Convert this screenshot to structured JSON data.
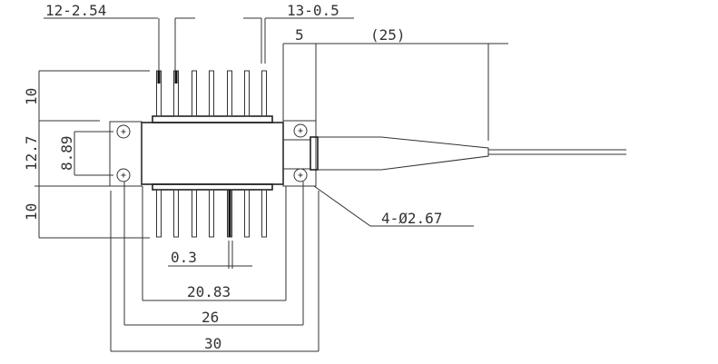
{
  "drawing": {
    "dimensions": {
      "pin_count_pitch": "12-2.54",
      "pin_count_width": "13-0.5",
      "ferrule_length": "5",
      "boot_length": "(25)",
      "top_pin_length": "10",
      "flange_height": "12.7",
      "hole_spacing_vertical": "8.89",
      "bottom_pin_length": "10",
      "pin_thickness": "0.3",
      "body_length": "20.83",
      "hole_spacing_horizontal": "26",
      "overall_length": "30",
      "mounting_holes": "4-Ø2.67"
    }
  }
}
